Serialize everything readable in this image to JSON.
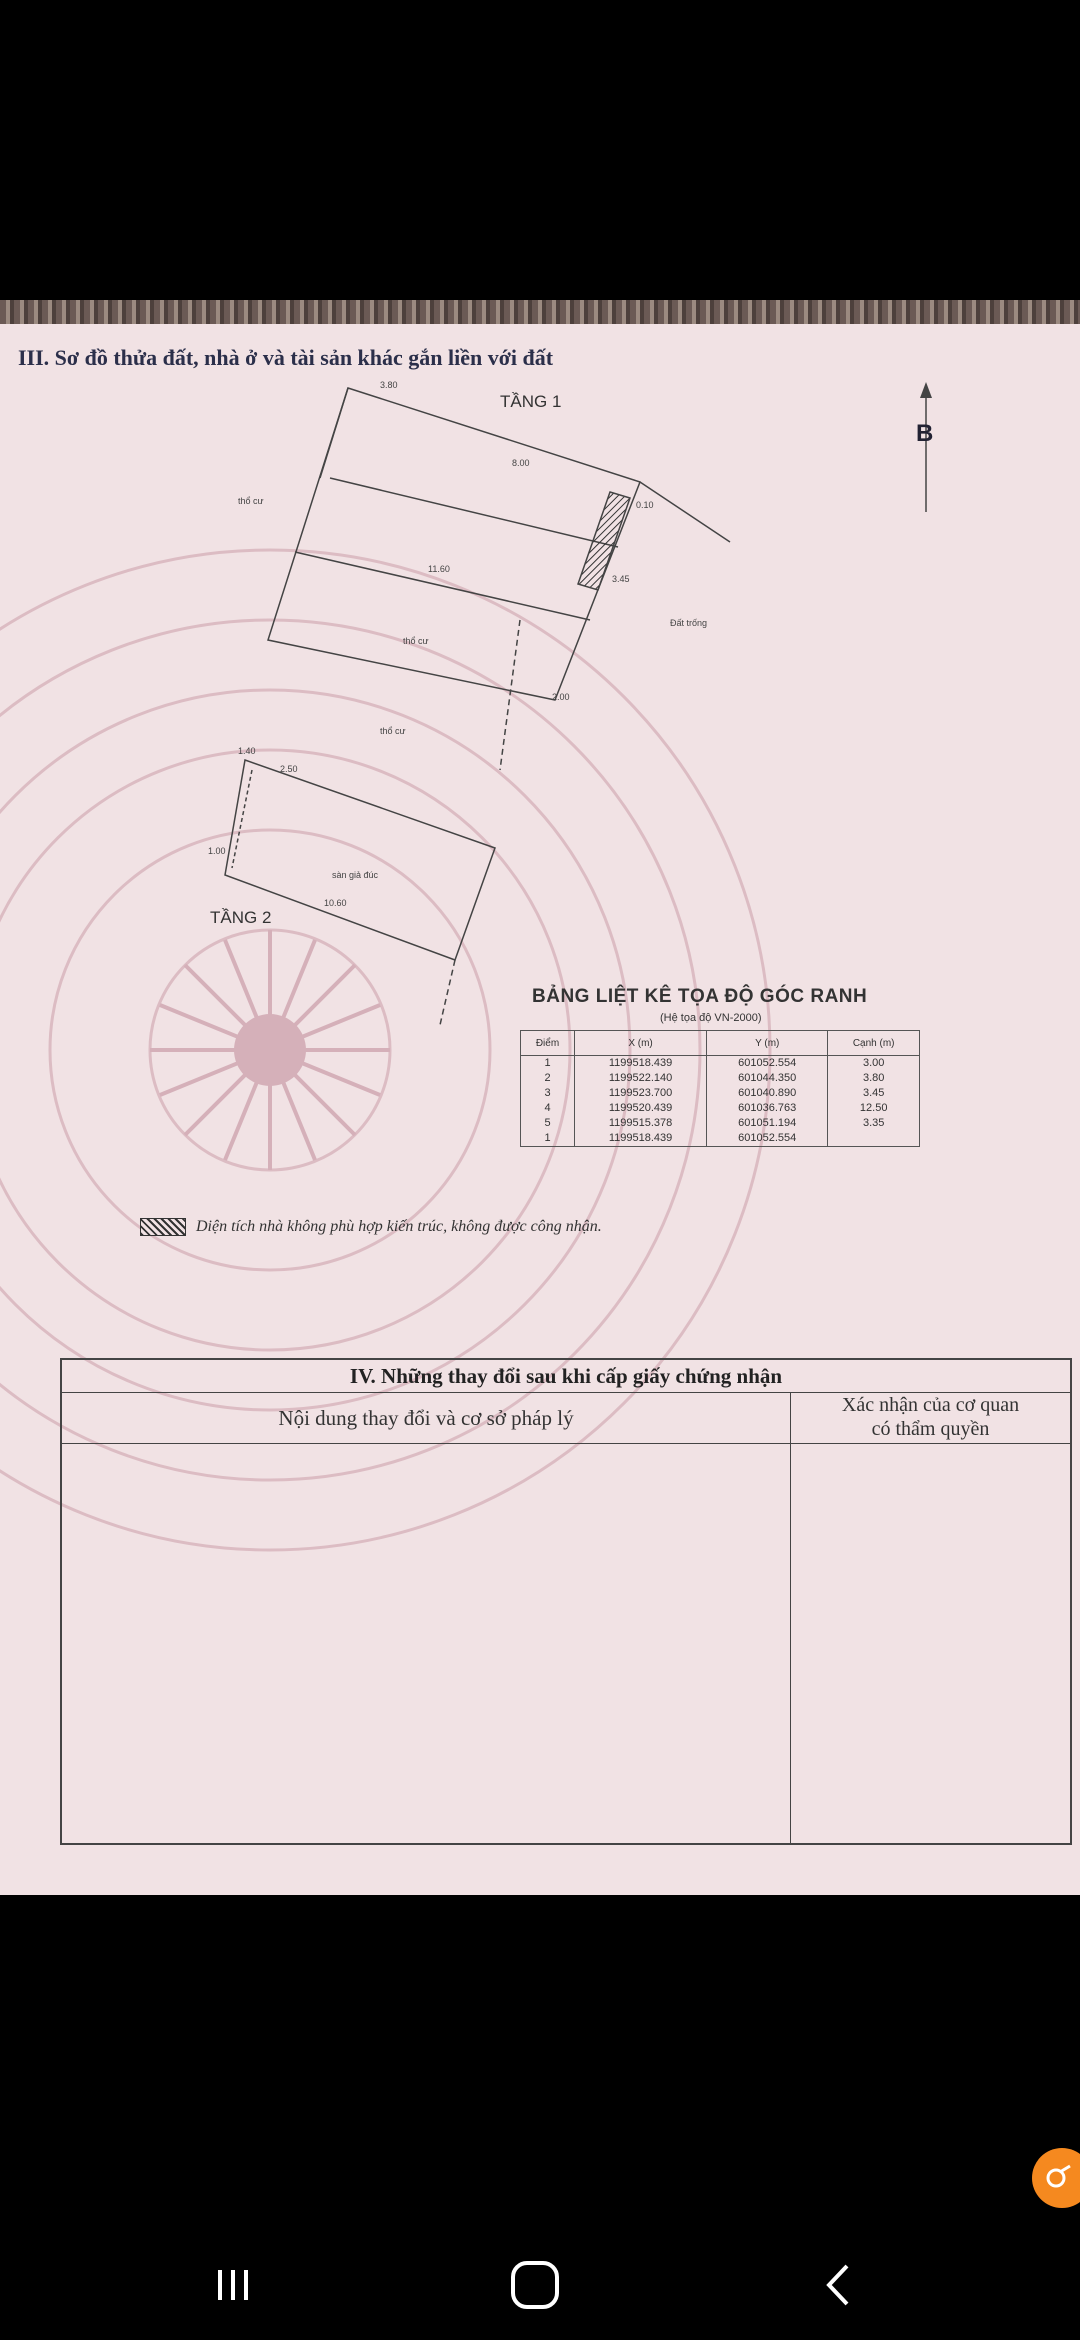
{
  "section3": {
    "title": "III. Sơ đồ thửa đất, nhà ở và tài sản khác gắn liền với đất"
  },
  "plan": {
    "north_label": "B",
    "floor1_label": "TẦNG 1",
    "floor2_label": "TẦNG 2",
    "labels": {
      "tho_cu_1": "thổ cư",
      "tho_cu_2": "thổ cư",
      "tho_cu_3": "thổ cư",
      "san_gia_duc": "sàn giả đúc",
      "duong": "Đất trống",
      "dim_380": "3.80",
      "dim_800": "8.00",
      "dim_1160": "11.60",
      "dim_345": "3.45",
      "dim_200": "2.00",
      "dim_010": "0.10",
      "dim_250": "2.50",
      "dim_1060": "10.60",
      "dim_140": "1.40",
      "dim_100": "1.00"
    }
  },
  "coords": {
    "title": "BẢNG LIỆT KÊ TỌA ĐỘ GÓC RANH",
    "subtitle": "(Hệ tọa độ VN-2000)",
    "headers": [
      "Điểm",
      "X (m)",
      "Y (m)",
      "Cạnh (m)"
    ],
    "rows": [
      [
        "1",
        "1199518.439",
        "601052.554",
        "3.00"
      ],
      [
        "2",
        "1199522.140",
        "601044.350",
        "3.80"
      ],
      [
        "3",
        "1199523.700",
        "601040.890",
        "3.45"
      ],
      [
        "4",
        "1199520.439",
        "601036.763",
        "12.50"
      ],
      [
        "5",
        "1199515.378",
        "601051.194",
        "3.35"
      ],
      [
        "1",
        "1199518.439",
        "601052.554",
        ""
      ]
    ]
  },
  "legend": {
    "text": "Diện tích nhà không phù hợp kiến trúc, không được công nhận."
  },
  "section4": {
    "title": "IV. Những thay đổi sau khi cấp giấy chứng nhận",
    "col1": "Nội dung thay đổi và cơ sở pháp lý",
    "col2_line1": "Xác nhận của cơ quan",
    "col2_line2": "có thẩm quyền"
  },
  "colors": {
    "paper": "#f1e2e4",
    "float_button": "#f5891f"
  }
}
